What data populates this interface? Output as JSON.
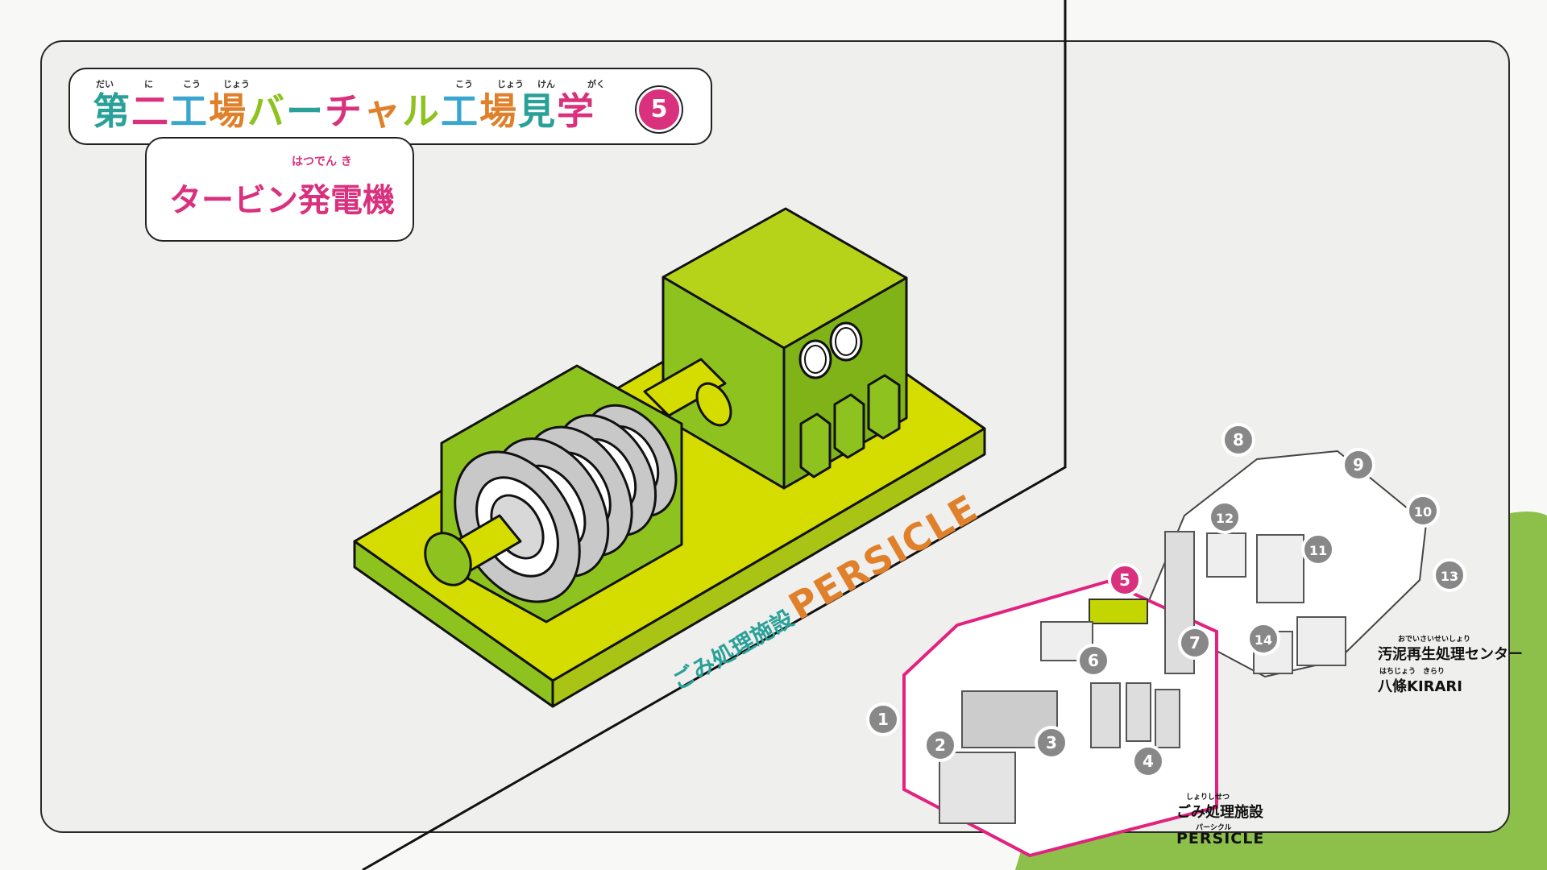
{
  "header": {
    "title_chars": [
      {
        "ch": "第",
        "color": "#2aa198"
      },
      {
        "ch": "二",
        "color": "#d9317e"
      },
      {
        "ch": "工",
        "color": "#3aa6d0"
      },
      {
        "ch": "場",
        "color": "#e0802a"
      },
      {
        "ch": "バ",
        "color": "#8dc21f"
      },
      {
        "ch": "ー",
        "color": "#2aa198"
      },
      {
        "ch": "チ",
        "color": "#d9317e"
      },
      {
        "ch": "ャ",
        "color": "#e0802a"
      },
      {
        "ch": "ル",
        "color": "#8dc21f"
      },
      {
        "ch": "工",
        "color": "#3aa6d0"
      },
      {
        "ch": "場",
        "color": "#e0802a"
      },
      {
        "ch": "見",
        "color": "#2aa198"
      },
      {
        "ch": "学",
        "color": "#d9317e"
      }
    ],
    "title_rubies": [
      "だい",
      "に",
      "こう",
      "じょう",
      "こう",
      "じょう",
      "けん",
      "がく"
    ],
    "step_number": "5"
  },
  "subtitle": {
    "label": "タービン発電機",
    "ruby": "はつでん き"
  },
  "floor_label": {
    "prefix": "ごみ処理施設",
    "name": "PERSICLE"
  },
  "map": {
    "persicle_label": "ごみ処理施設",
    "persicle_ruby": "しょりしせつ",
    "persicle_name": "PERSICLE",
    "persicle_name_ruby": "パーシクル",
    "sludge_label": "汚泥再生処理センター",
    "sludge_ruby": "おでいさいせいしょり",
    "kirari_label": "八條KIRARI",
    "kirari_ruby": "はちじょう　きらり",
    "markers": [
      "1",
      "2",
      "3",
      "4",
      "5",
      "6",
      "7",
      "8",
      "9",
      "10",
      "11",
      "12",
      "13",
      "14"
    ],
    "active_marker": "5"
  },
  "colors": {
    "accent": "#d9317e",
    "lime": "#8dc21f",
    "yellow_lime": "#d4dc00",
    "orange": "#e0802a",
    "teal": "#2aa198",
    "grass": "#8dc04a"
  }
}
